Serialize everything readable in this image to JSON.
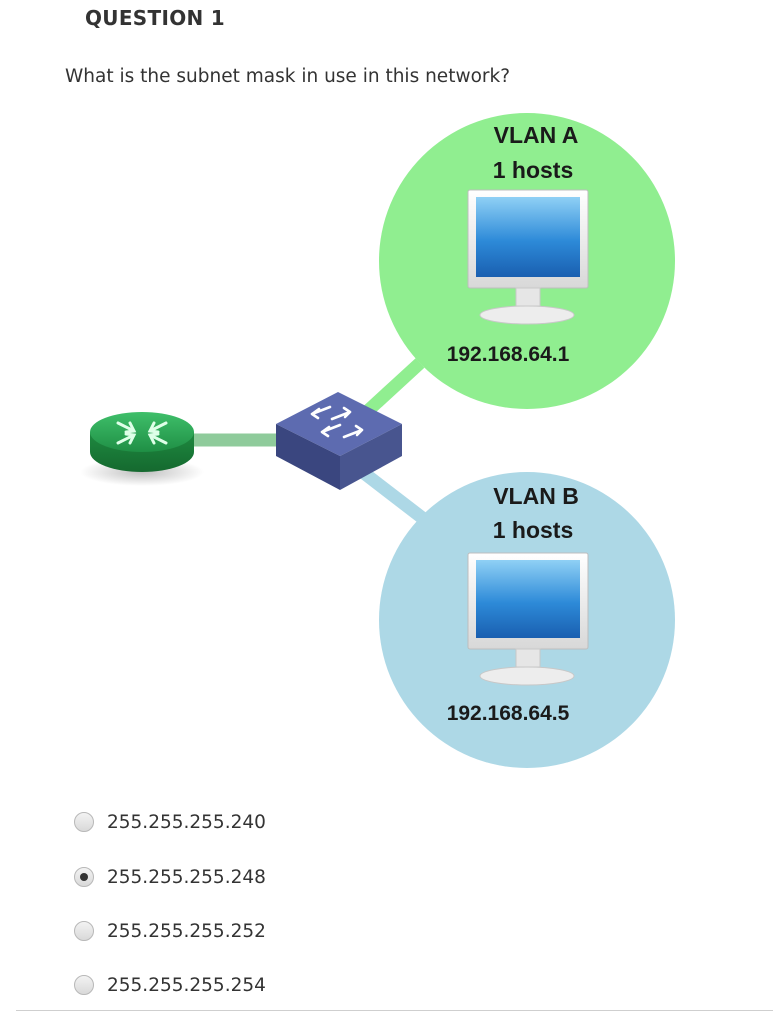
{
  "question": {
    "title": "QUESTION 1",
    "text": "What is the subnet mask in use in this network?"
  },
  "diagram": {
    "vlan_a": {
      "name": "VLAN A",
      "hosts": "1 hosts",
      "ip": "192.168.64.1",
      "color": "#90ee90"
    },
    "vlan_b": {
      "name": "VLAN B",
      "hosts": "1 hosts",
      "ip": "192.168.64.5",
      "color": "#add8e6"
    },
    "router_color": "#2e9b4e",
    "switch_color": "#4a5a9a"
  },
  "options": [
    {
      "label": "255.255.255.240",
      "selected": false
    },
    {
      "label": "255.255.255.248",
      "selected": true
    },
    {
      "label": "255.255.255.252",
      "selected": false
    },
    {
      "label": "255.255.255.254",
      "selected": false
    }
  ]
}
